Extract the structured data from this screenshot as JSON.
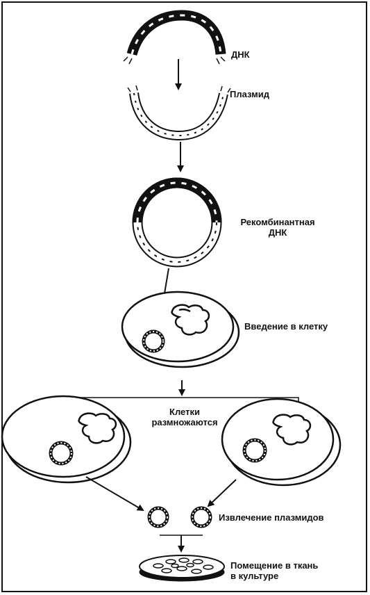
{
  "labels": {
    "dna": "ДНК",
    "plasmid": "Плазмид",
    "recombinant_line1": "Рекомбинантная",
    "recombinant_line2": "ДНК",
    "introduction": "Введение в клетку",
    "multiply_line1": "Клетки",
    "multiply_line2": "размножаются",
    "extraction": "Извлечение плазмидов",
    "placement_line1": "Помещение в ткань",
    "placement_line2": "в культуре"
  },
  "colors": {
    "ink": "#111111",
    "paper": "#ffffff"
  },
  "icons": [
    "dna-helix-icon",
    "plasmid-icon",
    "recombinant-dna-icon",
    "cell-icon",
    "plasmid-ring-icon",
    "culture-dish-icon"
  ]
}
